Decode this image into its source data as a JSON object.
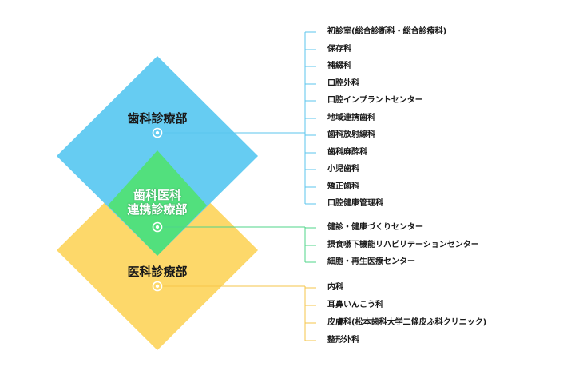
{
  "colors": {
    "dental": "#66ccf2",
    "medical": "#fdd86a",
    "overlap": "#52e07d",
    "dental_line": "#5bc6ee",
    "overlap_line": "#4fd58a",
    "medical_line": "#f6c64a"
  },
  "departments": [
    {
      "key": "dental",
      "label_lines": [
        "歯科診療部"
      ],
      "items": [
        "初診室(総合診断科・総合診療科)",
        "保存科",
        "補綴科",
        "口腔外科",
        "口腔インプラントセンター",
        "地域連携歯科",
        "歯科放射線科",
        "歯科麻酔科",
        "小児歯科",
        "矯正歯科",
        "口腔健康管理科"
      ]
    },
    {
      "key": "overlap",
      "label_lines": [
        "歯科医科",
        "連携診療部"
      ],
      "items": [
        "健診・健康づくりセンター",
        "摂食嚥下機能リハビリテーションセンター",
        "細胞・再生医療センター"
      ]
    },
    {
      "key": "medical",
      "label_lines": [
        "医科診療部"
      ],
      "items": [
        "内科",
        "耳鼻いんこう科",
        "皮膚科(松本歯科大学二條皮ふ科クリニック)",
        "整形外科"
      ]
    }
  ]
}
